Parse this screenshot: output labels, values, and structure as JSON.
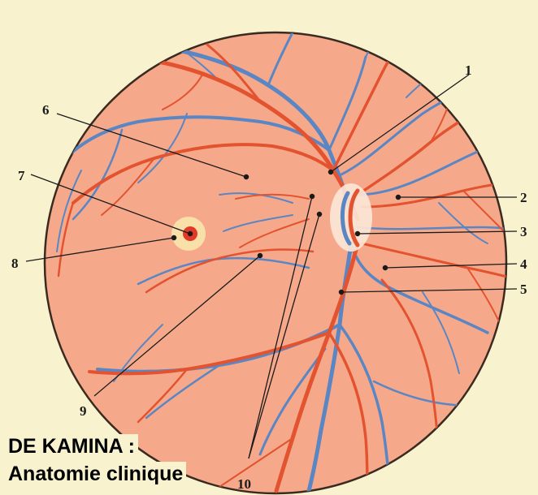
{
  "labels": {
    "n1": "1",
    "n2": "2",
    "n3": "3",
    "n4": "4",
    "n5": "5",
    "n6": "6",
    "n7": "7",
    "n8": "8",
    "n9": "9",
    "n10": "10"
  },
  "caption": {
    "line1": "DE KAMINA :",
    "line2": "Anatomie clinique"
  },
  "colors": {
    "fundus": "#f6a98a",
    "artery": "#e3532f",
    "vein": "#5a86c4",
    "disc": "#fbe6d6",
    "macula": "#f9e0a8",
    "fovea": "#e23a28",
    "background": "#f8f2cf"
  }
}
